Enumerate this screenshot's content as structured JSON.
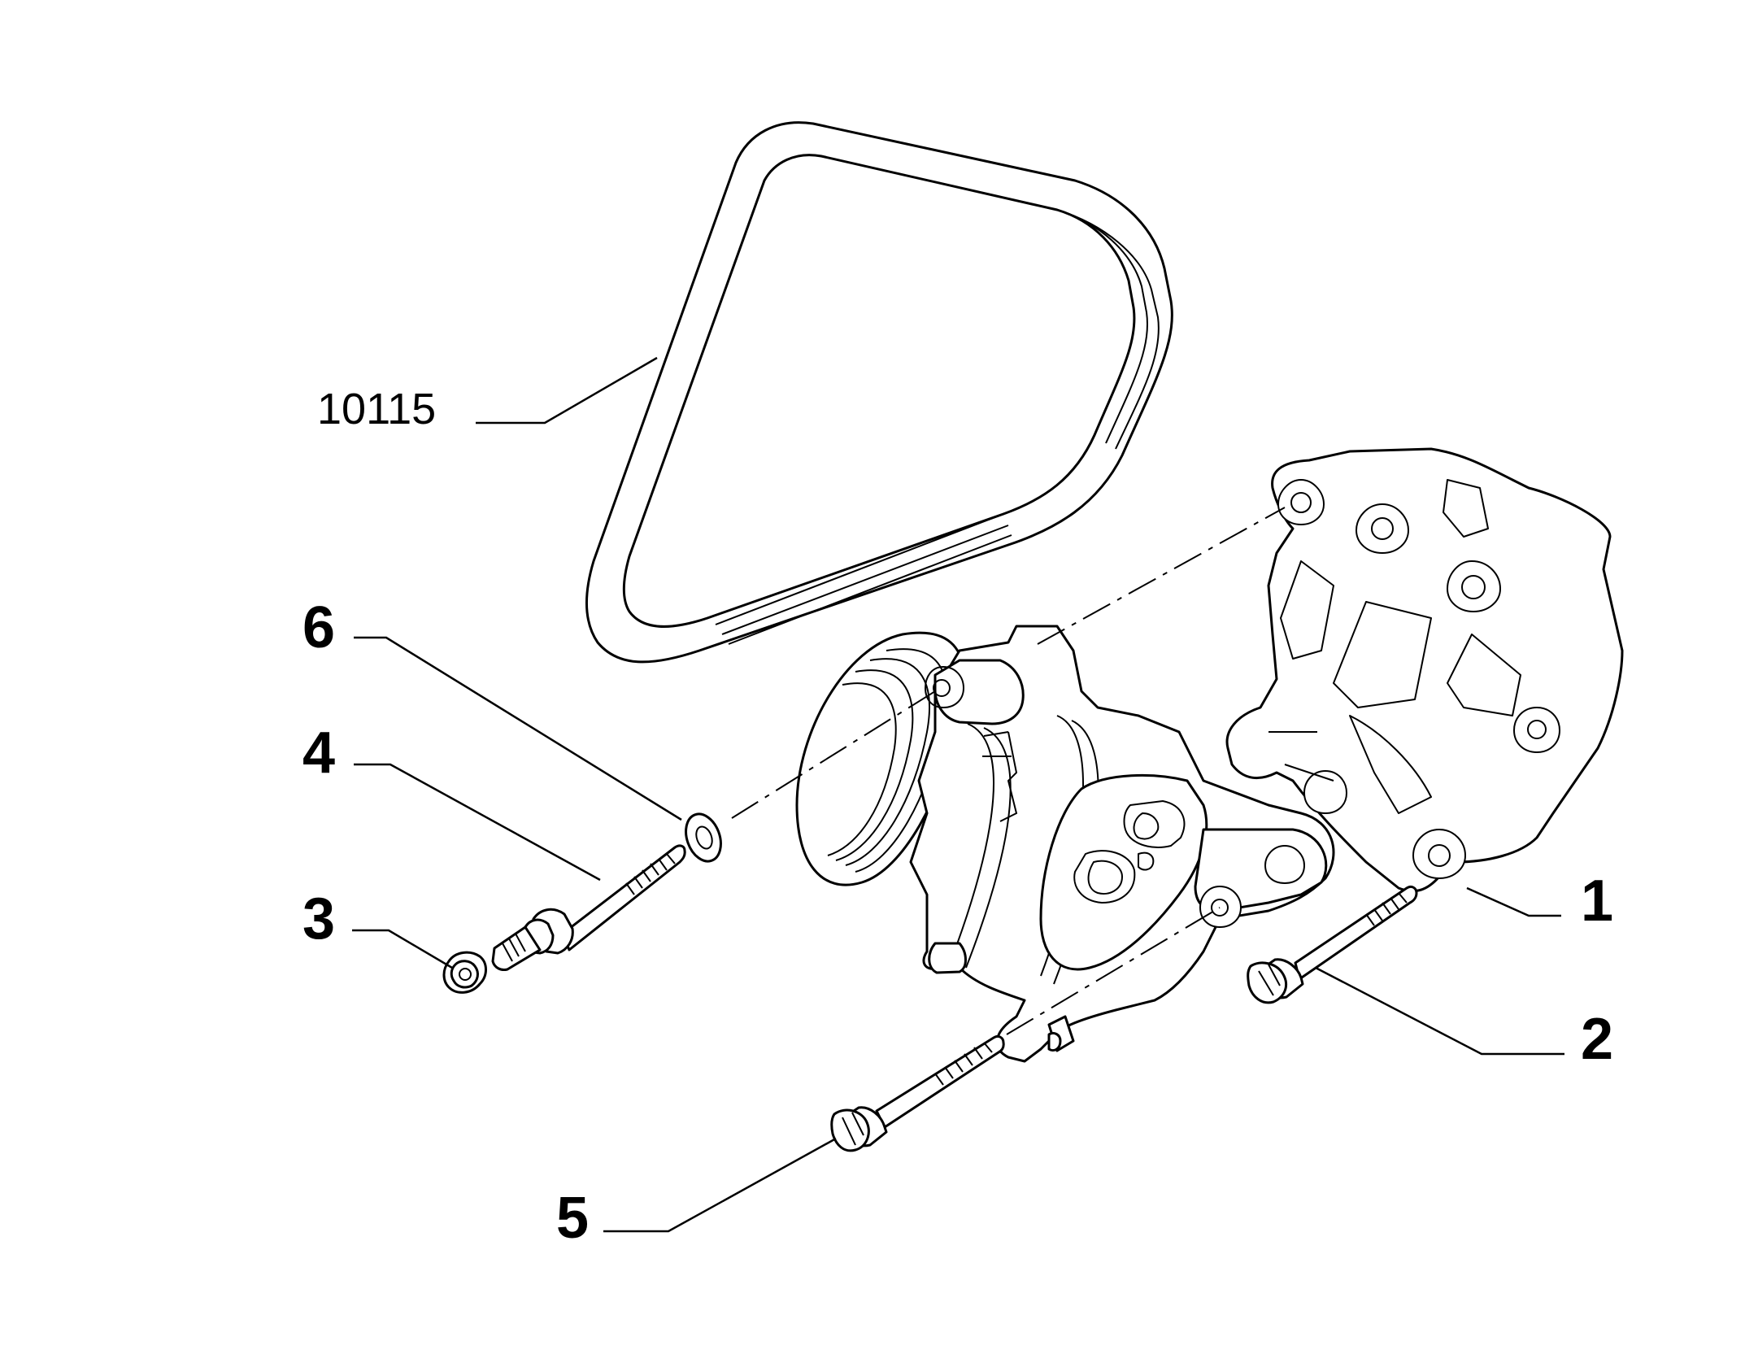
{
  "diagram": {
    "callouts": {
      "belt": "10115",
      "p1": "1",
      "p2": "2",
      "p3": "3",
      "p4": "4",
      "p5": "5",
      "p6": "6"
    }
  }
}
